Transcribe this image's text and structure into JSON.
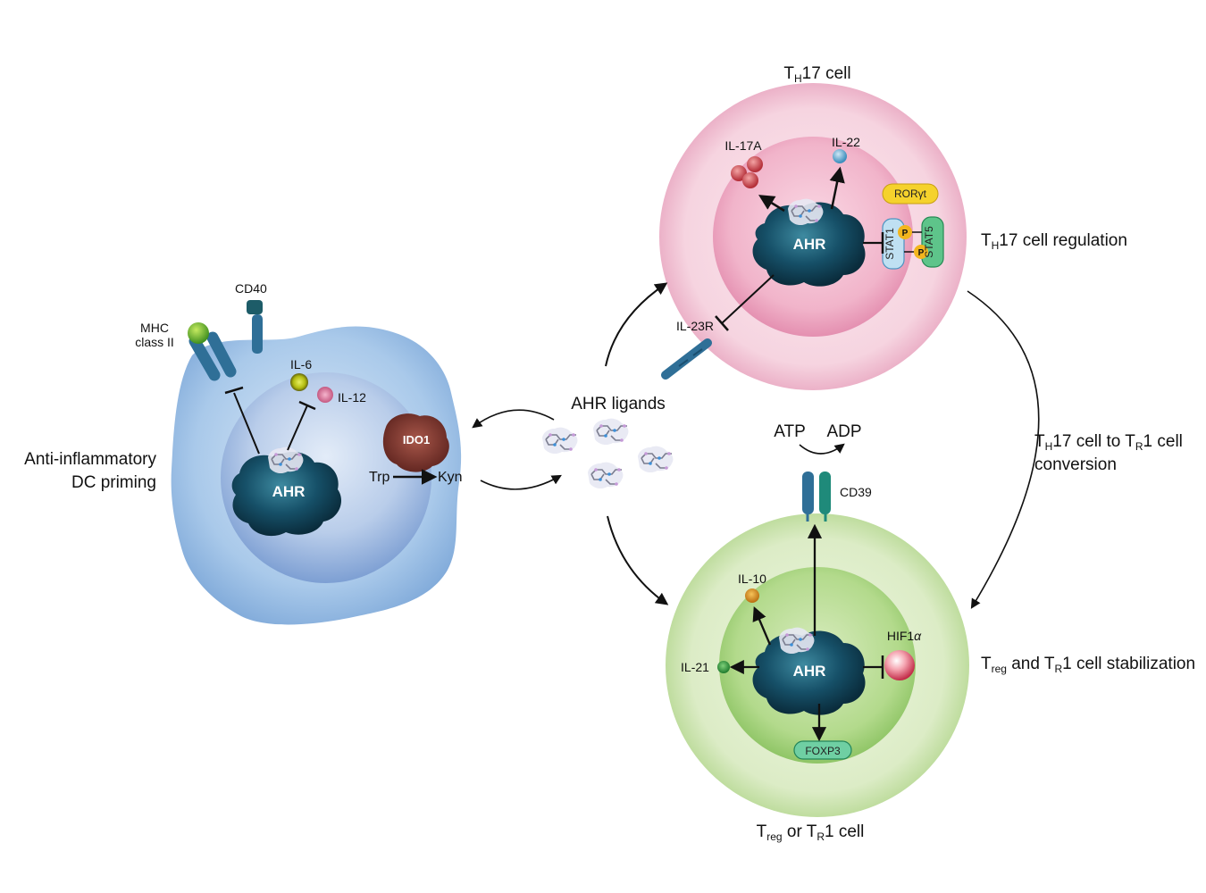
{
  "colors": {
    "dc_cytoplasm": "#9ec3e6",
    "dc_nucleus": "#6f98d2",
    "th17_cytoplasm": "#f4c9d8",
    "th17_nucleus": "#ec9fbd",
    "treg_cytoplasm": "#d5eab9",
    "treg_nucleus": "#a8d47e",
    "ahr_core": "#0f3e52",
    "receptor_blue": "#2f6f97",
    "receptor_teal": "#1f8a7a",
    "arrow": "#111111"
  },
  "icons": {
    "ligand": "ahr-ligand-molecule-icon",
    "receptor": "transmembrane-receptor-icon",
    "cytokine": "cytokine-sphere-icon"
  },
  "dc": {
    "label_line1": "Anti-inflammatory",
    "label_line2": "DC priming",
    "cd40": "CD40",
    "mhc_line1": "MHC",
    "mhc_line2": "class II",
    "il6": "IL-6",
    "il12": "IL-12",
    "ido1": "IDO1",
    "trp": "Trp",
    "kyn": "Kyn",
    "ahr": "AHR"
  },
  "ligands": {
    "label": "AHR ligands"
  },
  "th17": {
    "title_main": "T",
    "title_sub": "H",
    "title_rest": "17 cell",
    "il17a": "IL-17A",
    "il22": "IL-22",
    "roryt": "RORγt",
    "stat1": "STAT1",
    "stat5": "STAT5",
    "p": "P",
    "il23r": "IL-23R",
    "ahr": "AHR",
    "reg_main": "T",
    "reg_sub": "H",
    "reg_rest": "17 cell regulation"
  },
  "conversion": {
    "l1_main": "T",
    "l1_sub": "H",
    "l1_mid": "17 cell to T",
    "l1_sub2": "R",
    "l1_rest": "1 cell",
    "l2": "conversion"
  },
  "treg": {
    "atp": "ATP",
    "adp": "ADP",
    "cd39": "CD39",
    "il10": "IL-10",
    "il21": "IL-21",
    "hif1a_main": "HIF1",
    "hif1a_alpha": "α",
    "foxp3": "FOXP3",
    "ahr": "AHR",
    "stab_t1": "T",
    "stab_sub1": "reg",
    "stab_mid": " and T",
    "stab_sub2": "R",
    "stab_rest": "1 cell stabilization",
    "title_t1": "T",
    "title_sub1": "reg",
    "title_mid": " or T",
    "title_sub2": "R",
    "title_rest": "1 cell"
  }
}
